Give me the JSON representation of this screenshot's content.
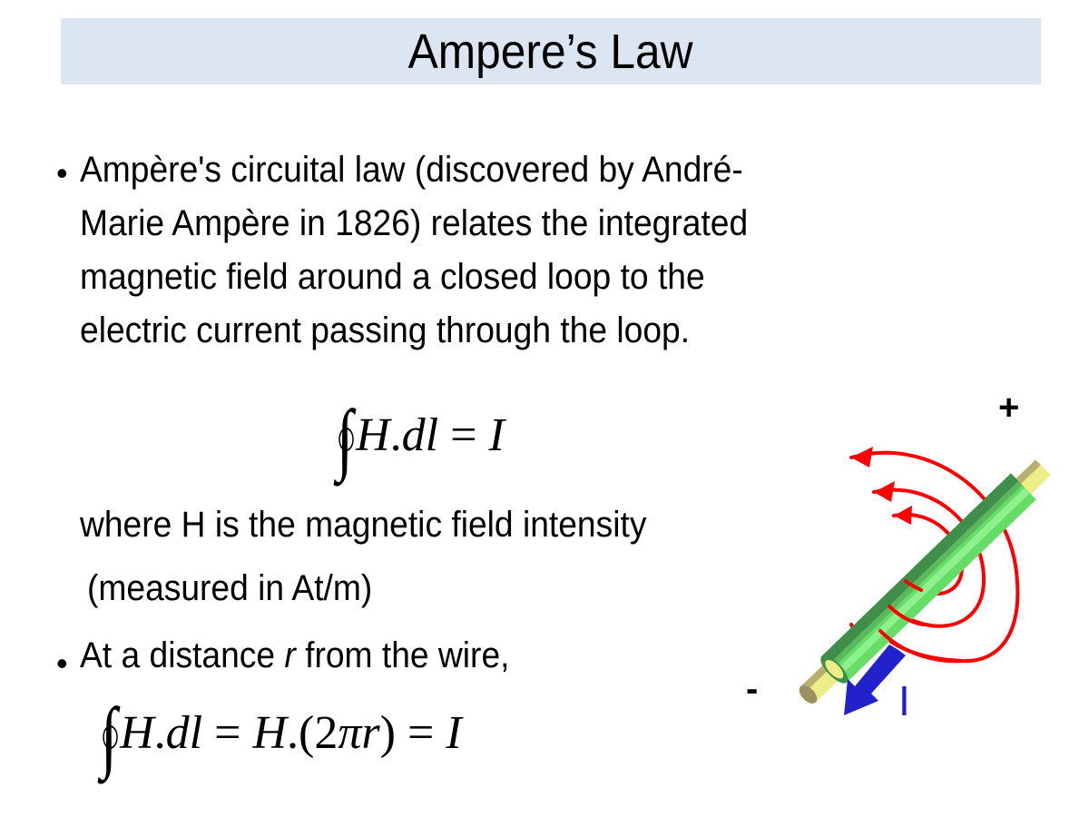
{
  "slide": {
    "title": "Ampere’s Law",
    "title_bg_color": "#dce6f2",
    "bullets": [
      {
        "marker": "•",
        "lines": [
          "Ampère's circuital law (discovered by André-",
          "Marie Ampère in 1826) relates the integrated",
          "magnetic field around a closed loop to the",
          "electric current passing through the loop."
        ]
      },
      {
        "marker": "•",
        "text_before": "At a distance ",
        "text_italic": "r",
        "text_after": " from the wire,"
      }
    ],
    "equation_1": {
      "integral": "∫",
      "lhs": "H",
      "dot": ".",
      "dl": "dl",
      "eq": " = ",
      "rhs": "I"
    },
    "explanation_line_1": "where H is the magnetic field intensity",
    "explanation_line_2": " (measured in At/m)",
    "equation_2": {
      "integral": "∫",
      "lhs": "H",
      "dot": ".",
      "dl": "dl",
      "eq1": " = ",
      "h2": "H",
      "dot2": ".(2",
      "pi": "π",
      "r": "r",
      "close": ")",
      "eq2": " = ",
      "rhs": "I"
    },
    "figure": {
      "plus_label": "+",
      "minus_label": "-",
      "current_label": "I",
      "colors": {
        "wire": "#66dd66",
        "wire_dark": "#3f8f4a",
        "conductor": "#eeee88",
        "conductor_end": "#9a9060",
        "field_lines": "#ff0000",
        "current_arrow": "#2222cc"
      }
    }
  }
}
